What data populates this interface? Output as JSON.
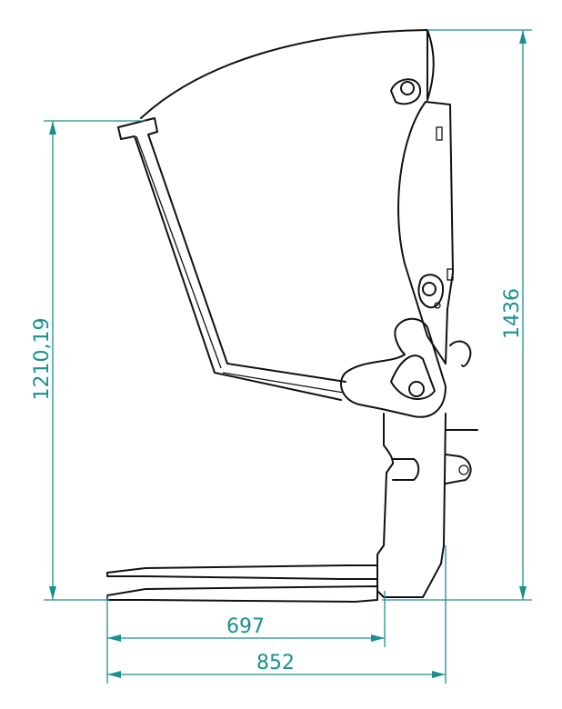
{
  "dimensions": {
    "total_height": "1436",
    "fork_height": "1210,19",
    "fork_length": "697",
    "total_length": "852"
  },
  "colors": {
    "dimension": "#1a9090",
    "outline": "#111111"
  }
}
